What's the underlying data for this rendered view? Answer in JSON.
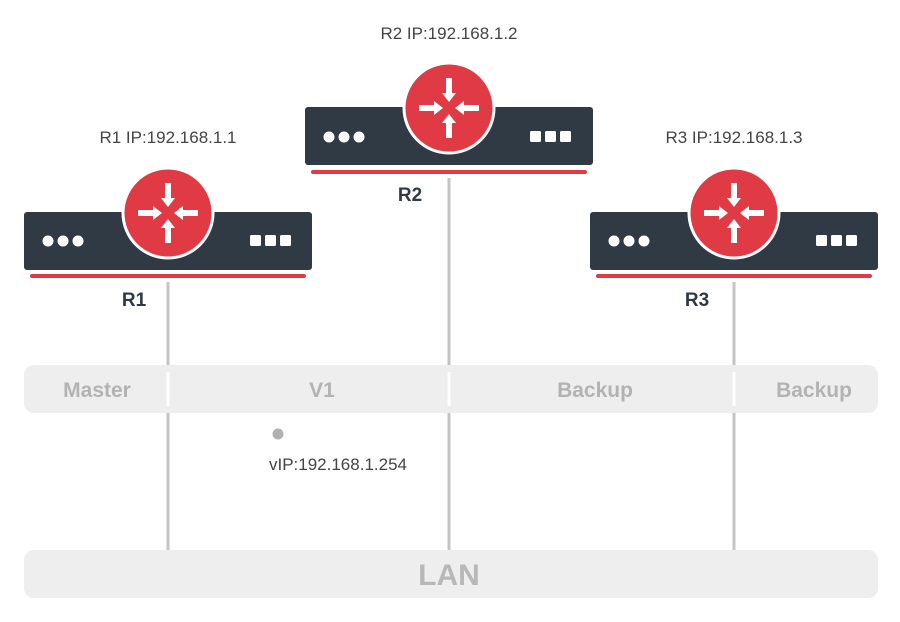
{
  "colors": {
    "router_body": "#2f3a45",
    "router_icon": "#e03a45",
    "accent_line": "#e03a45",
    "link_line": "#c4c4c4",
    "band_fill": "#eeeeee",
    "label_text": "#444444",
    "band_text": "#b3b3b3"
  },
  "routers": [
    {
      "id": "R1",
      "name": "R1",
      "ip_label": "R1 IP:192.168.1.1"
    },
    {
      "id": "R2",
      "name": "R2",
      "ip_label": "R2 IP:192.168.1.2"
    },
    {
      "id": "R3",
      "name": "R3",
      "ip_label": "R3 IP:192.168.1.3"
    }
  ],
  "vrrp_group": {
    "segments": [
      "Master",
      "V1",
      "Backup",
      "Backup"
    ],
    "virtual_ip_label": "vIP:192.168.1.254"
  },
  "lan": {
    "label": "LAN"
  },
  "icons": {
    "router": "router-arrows-icon",
    "indicator": "dots-indicator-icon",
    "virtual_ip": "virtual-ip-dot-icon"
  }
}
